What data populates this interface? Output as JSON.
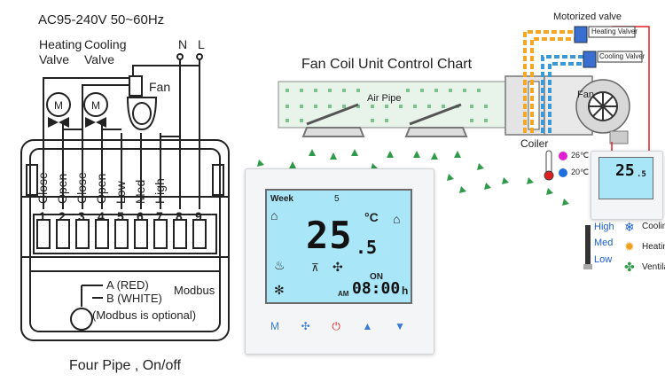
{
  "wiring": {
    "voltage": "AC95-240V  50~60Hz",
    "heating_valve": "Heating\nValve",
    "cooling_valve": "Cooling\nValve",
    "fan": "Fan",
    "n": "N",
    "l": "L",
    "terminals": [
      "Close",
      "Open",
      "Close",
      "Open",
      "Low",
      "Med",
      "High"
    ],
    "numbers": [
      "1",
      "2",
      "3",
      "4",
      "5",
      "6",
      "7",
      "8",
      "9"
    ],
    "modbus_a": "A (RED)",
    "modbus_b": "B (WHITE)",
    "modbus": "Modbus",
    "modbus_note": "(Modbus is optional)",
    "caption": "Four Pipe , On/off"
  },
  "chart": {
    "title": "Fan Coil Unit Control Chart",
    "air_pipe": "Air Pipe",
    "fan": "Fan",
    "coiler": "Coiler",
    "motorized_valve": "Motorized valve",
    "heating_valve": "Heating Valver",
    "cooling_valve": "Cooling Valver"
  },
  "thermostat": {
    "week": "Week",
    "day": "5",
    "temp_main": "25",
    "temp_dec": ".5",
    "unit": "°C",
    "on": "ON",
    "am": "AM",
    "time": "08:00",
    "h": "h"
  },
  "legend": {
    "t26": "26℃",
    "t20": "20℃",
    "high": "High",
    "med": "Med",
    "low": "Low",
    "cooling": "Cooling",
    "heating": "Heating",
    "ventilation": "Ventilat"
  },
  "colors": {
    "screen": "#a9e6f7",
    "pipe_orange": "#f5a623",
    "pipe_blue": "#3a9ad9",
    "wire_red": "#e02020",
    "arrow_green": "#2f9a4a",
    "dot_magenta": "#e020d0",
    "dot_blue": "#1f6fe0",
    "fan_blue": "#1a5fd0"
  }
}
